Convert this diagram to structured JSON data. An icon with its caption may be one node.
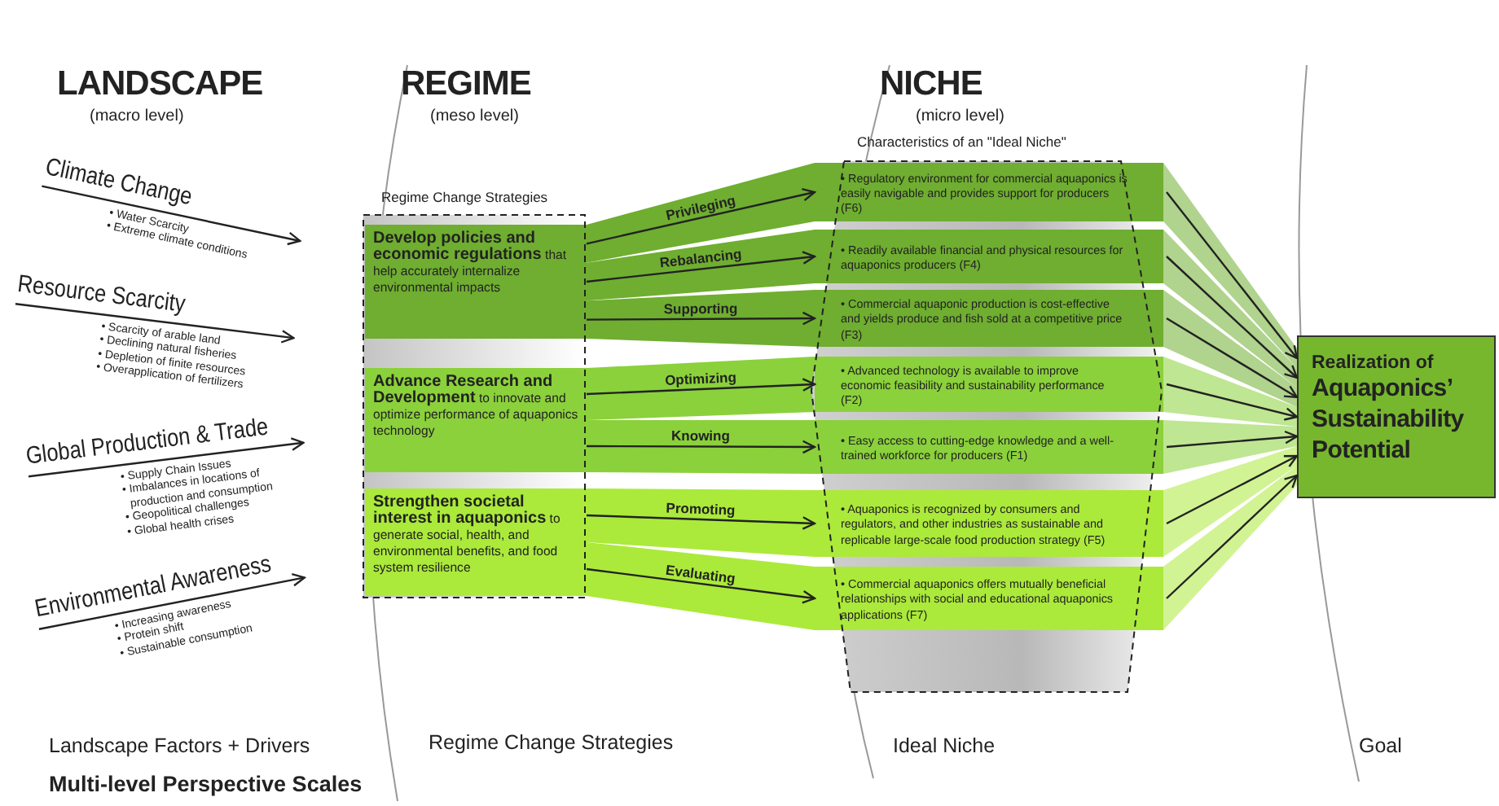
{
  "diagram": {
    "caption": "Multi-level Perspective Scales",
    "nodes": [
      {
        "text": [
          "Climate Change",
          "• Water Scarcity",
          "• Extreme climate conditions"
        ]
      },
      {
        "text": [
          "Resource Scarcity",
          "• Scarcity of arable land",
          "• Declining natural fisheries",
          "• Depletion of finite resources",
          "• Overapplication of fertilizers"
        ]
      },
      {
        "text": [
          "Global Production & Trade",
          "• Supply Chain Issues",
          "• Imbalances in locations of production and consumption",
          "• Geopolitical challenges",
          "• Global health crises"
        ]
      },
      {
        "text": [
          "Environmental Awareness",
          "• Increasing awareness",
          "• Protein shift",
          "• Sustainable consumption"
        ]
      },
      {
        "text": [
          "Regime Change Strategies"
        ]
      },
      {
        "text": [
          "**Develop policies and economic regulations** that help accurately internalize environmental impacts"
        ],
        "in": 4
      },
      {
        "text": [
          "**Advance Research and Development** to innovate and optimize performance of aquaponics technology"
        ],
        "in": 4
      },
      {
        "text": [
          "**Strengthen societal interest in aquaponics** to generate social, health, and environmental benefits, and food system resilience"
        ],
        "in": 4
      },
      {
        "text": [
          "Characteristics of an \"Ideal Niche\""
        ]
      },
      {
        "text": [
          "• Regulatory environment for commercial aquaponics is easily navigable and provides support for producers (F6)"
        ],
        "in": 8
      },
      {
        "text": [
          "• Readily available financial and physical resources for aquaponics producers (F4)"
        ],
        "in": 8
      },
      {
        "text": [
          "• Commercial aquaponic production is cost-effective and yields produce and fish sold at a competitive price (F3)"
        ],
        "in": 8
      },
      {
        "text": [
          "• Advanced technology is available to improve economic feasibility and sustainability performance (F2)"
        ],
        "in": 8
      },
      {
        "text": [
          "• Easy access to cutting-edge knowledge and a well-trained workforce for producers (F1)"
        ],
        "in": 8
      },
      {
        "text": [
          "• Aquaponics is recognized by consumers and regulators, and other industries as sustainable and replicable large-scale food production strategy (F5)"
        ],
        "in": 8
      },
      {
        "text": [
          "• Commercial aquaponics offers mutually beneficial relationships with social and educational aquaponics applications (F7)"
        ],
        "in": 8
      },
      {
        "text": [
          "Realization of",
          "Aquaponics’ Sustainability Potential"
        ]
      }
    ],
    "edges": [
      {
        "from": 0,
        "to": null,
        "arrow": "to"
      },
      {
        "from": 1,
        "to": null,
        "arrow": "to"
      },
      {
        "from": 2,
        "to": null,
        "arrow": "to"
      },
      {
        "from": 3,
        "to": null,
        "arrow": "to"
      },
      {
        "from": 5,
        "to": 9,
        "arrow": "to",
        "label": "Privileging"
      },
      {
        "from": 5,
        "to": 10,
        "arrow": "to",
        "label": "Rebalancing"
      },
      {
        "from": 5,
        "to": 11,
        "arrow": "to",
        "label": "Supporting"
      },
      {
        "from": 6,
        "to": 12,
        "arrow": "to",
        "label": "Optimizing"
      },
      {
        "from": 6,
        "to": 13,
        "arrow": "to",
        "label": "Knowing"
      },
      {
        "from": 7,
        "to": 14,
        "arrow": "to",
        "label": "Promoting"
      },
      {
        "from": 7,
        "to": 15,
        "arrow": "to",
        "label": "Evaluating"
      },
      {
        "from": 9,
        "to": 16,
        "arrow": "to"
      },
      {
        "from": 10,
        "to": 16,
        "arrow": "to"
      },
      {
        "from": 11,
        "to": 16,
        "arrow": "to"
      },
      {
        "from": 12,
        "to": 16,
        "arrow": "to"
      },
      {
        "from": 13,
        "to": 16,
        "arrow": "to"
      },
      {
        "from": 14,
        "to": 16,
        "arrow": "to"
      },
      {
        "from": 15,
        "to": 16,
        "arrow": "to"
      }
    ],
    "labels": [
      "LANDSCAPE",
      "(macro level)",
      "REGIME",
      "(meso level)",
      "NICHE",
      "(micro level)",
      "Landscape Factors + Drivers",
      "Regime Change Strategies",
      "Ideal Niche",
      "Goal"
    ]
  }
}
